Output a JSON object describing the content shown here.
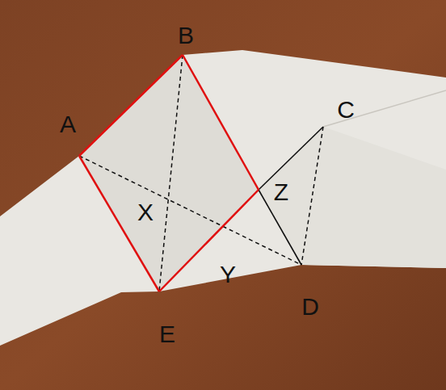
{
  "diagram": {
    "labels": [
      "A",
      "B",
      "C",
      "Z",
      "X",
      "Y",
      "D",
      "E"
    ]
  }
}
